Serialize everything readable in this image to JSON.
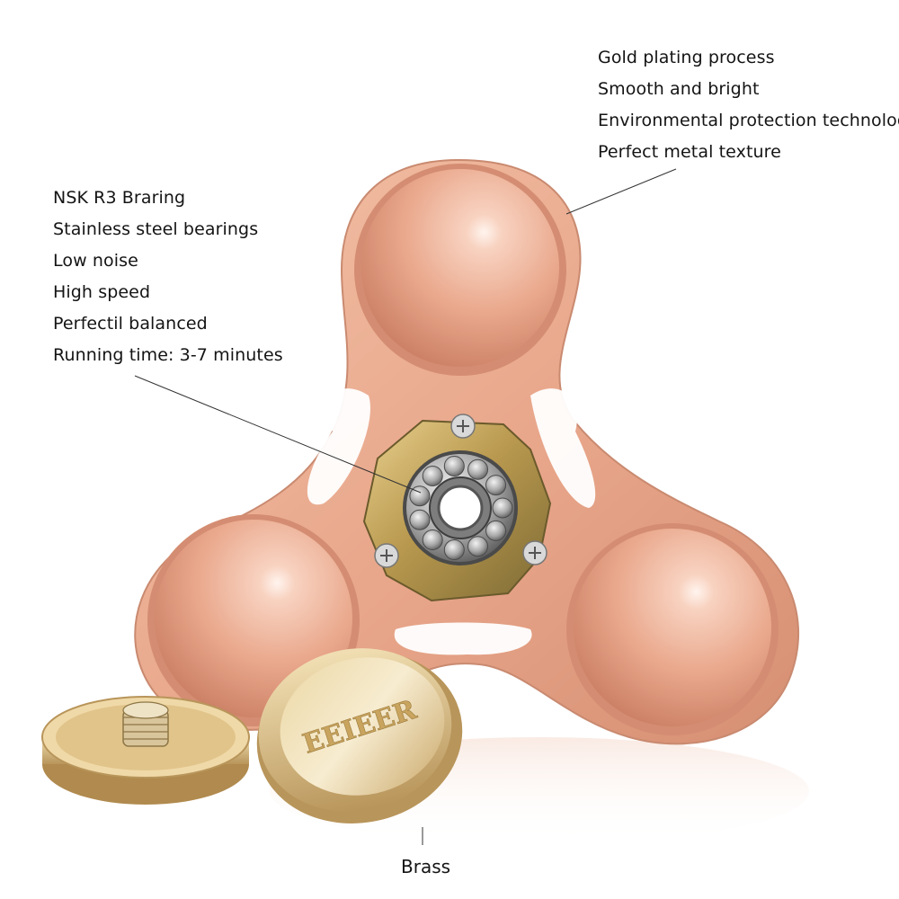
{
  "callouts": {
    "plating": {
      "lines": [
        "Gold plating process",
        "Smooth and bright",
        "Environmental protection technology",
        "Perfect metal texture"
      ]
    },
    "bearing": {
      "lines": [
        "NSK R3 Braring",
        "Stainless steel bearings",
        "Low noise",
        "High speed",
        "Perfectil balanced",
        "Running time: 3-7 minutes"
      ]
    },
    "material": {
      "text": "Brass"
    }
  },
  "cap": {
    "brand": "EEIEER"
  },
  "colors": {
    "background": "#ffffff",
    "body": "#e8a68a",
    "body_dark": "#c07d63",
    "brass": "#c9a96a",
    "steel": "#9a9a9a",
    "text": "#141414"
  }
}
